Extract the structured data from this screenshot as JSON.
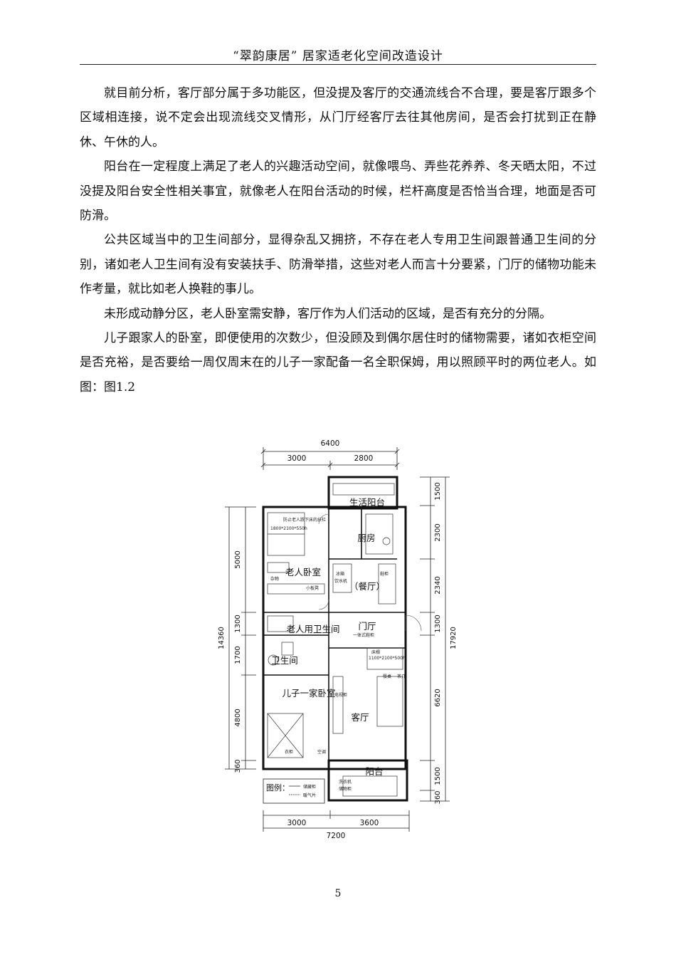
{
  "header": {
    "title": "“翠韵康居” 居家适老化空间改造设计"
  },
  "paragraphs": [
    "就目前分析，客厅部分属于多功能区，但没提及客厅的交通流线合不合理，要是客厅跟多个区域相连接，说不定会出现流线交叉情形，从门厅经客厅去往其他房间，是否会打扰到正在静休、午休的人。",
    "阳台在一定程度上满足了老人的兴趣活动空间，就像喂鸟、弄些花养养、冬天晒太阳，不过没提及阳台安全性相关事宜，就像老人在阳台活动的时候，栏杆高度是否恰当合理，地面是否可防滑。",
    "公共区域当中的卫生间部分，显得杂乱又拥挤，不存在老人专用卫生间跟普通卫生间的分别，诸如老人卫生间有没有安装扶手、防滑举措，这些对老人而言十分要紧，门厅的储物功能未作考量，就比如老人换鞋的事儿。",
    "未形成动静分区，老人卧室需安静，客厅作为人们活动的区域，是否有充分的分隔。",
    "儿子跟家人的卧室，即便使用的次数少，但没顾及到偶尔居住时的储物需要，诸如衣柜空间是否充裕，是否要给一周仅周末在的儿子一家配备一名全职保姆，用以照顾平时的两位老人。如图：图1.2"
  ],
  "floor_plan": {
    "dims_top": [
      "6400",
      "3000",
      "2800"
    ],
    "dims_bottom": [
      "3000",
      "3600",
      "7200"
    ],
    "dims_left": [
      "5000",
      "1300",
      "1700",
      "4800",
      "360",
      "14360"
    ],
    "dims_right": [
      "1500",
      "2300",
      "2340",
      "1300",
      "6620",
      "1500",
      "360",
      "17920"
    ],
    "rooms": {
      "balcony_service": "生活阳台",
      "kitchen": "厨房",
      "elder_bedroom": "老人卧室",
      "dining": "（餐厅）",
      "elder_bathroom": "老人用卫生间",
      "foyer": "门厅",
      "bathroom": "卫生间",
      "son_bedroom": "儿子一家卧室",
      "living_room": "客厅",
      "balcony": "阳台"
    },
    "labels": {
      "elder_bed_size": "1800*2100*550h",
      "son_bed_size": "1100*2100*500h",
      "bed": "床榻",
      "elder_rail_note": "防止老人跌下床的扶栏",
      "refrigerator": "冰箱",
      "water_dispenser": "饮水机",
      "small_cabinet": "小板凳",
      "sundries": "杂物",
      "cabinet": "鞋柜",
      "shoe_cabinet": "一体式鞋柜",
      "dining_table": "餐桌",
      "tea_table": "茶几",
      "tv_cabinet": "电视柜",
      "wardrobe": "衣柜",
      "air_con": "空调",
      "wash": "洗衣机",
      "storage_cabinet": "储物柜"
    },
    "legend": {
      "title": "图例：",
      "item1": "储藏柜",
      "item2": "暖气片"
    }
  },
  "page_number": "5"
}
